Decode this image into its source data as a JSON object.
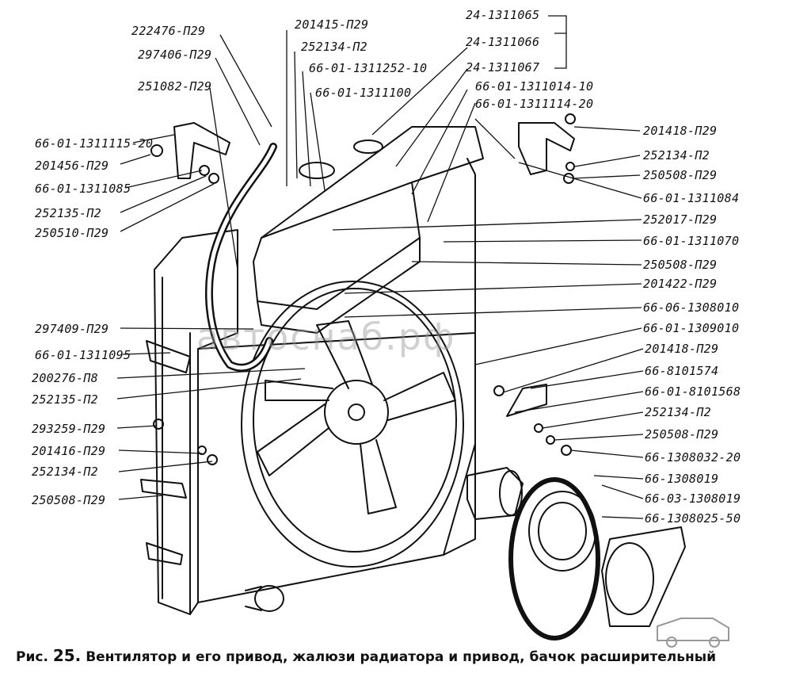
{
  "figure": {
    "caption_prefix": "Рис.",
    "caption_number": "25.",
    "caption_text": "Вентилятор и его привод, жалюзи радиатора и привод, бачок расширительный",
    "watermark": "автоснаб.рф"
  },
  "labels_left": [
    "222476-П29",
    "297406-П29",
    "251082-П29",
    "66-01-1311115-20",
    "201456-П29",
    "66-01-1311085",
    "252135-П2",
    "250510-П29",
    "297409-П29",
    "66-01-1311095",
    "200276-П8",
    "252135-П2",
    "293259-П29",
    "201416-П29",
    "252134-П2",
    "250508-П29"
  ],
  "labels_top": [
    "201415-П29",
    "252134-П2",
    "66-01-1311252-10",
    "66-01-1311100",
    "24-1311065",
    "24-1311066",
    "24-1311067",
    "66-01-1311014-10",
    "66-01-1311114-20"
  ],
  "labels_right": [
    "201418-П29",
    "252134-П2",
    "250508-П29",
    "66-01-1311084",
    "252017-П29",
    "66-01-1311070",
    "250508-П29",
    "201422-П29",
    "66-06-1308010",
    "66-01-1309010",
    "201418-П29",
    "66-8101574",
    "66-01-8101568",
    "252134-П2",
    "250508-П29",
    "66-1308032-20",
    "66-1308019",
    "66-03-1308019",
    "66-1308025-50"
  ]
}
